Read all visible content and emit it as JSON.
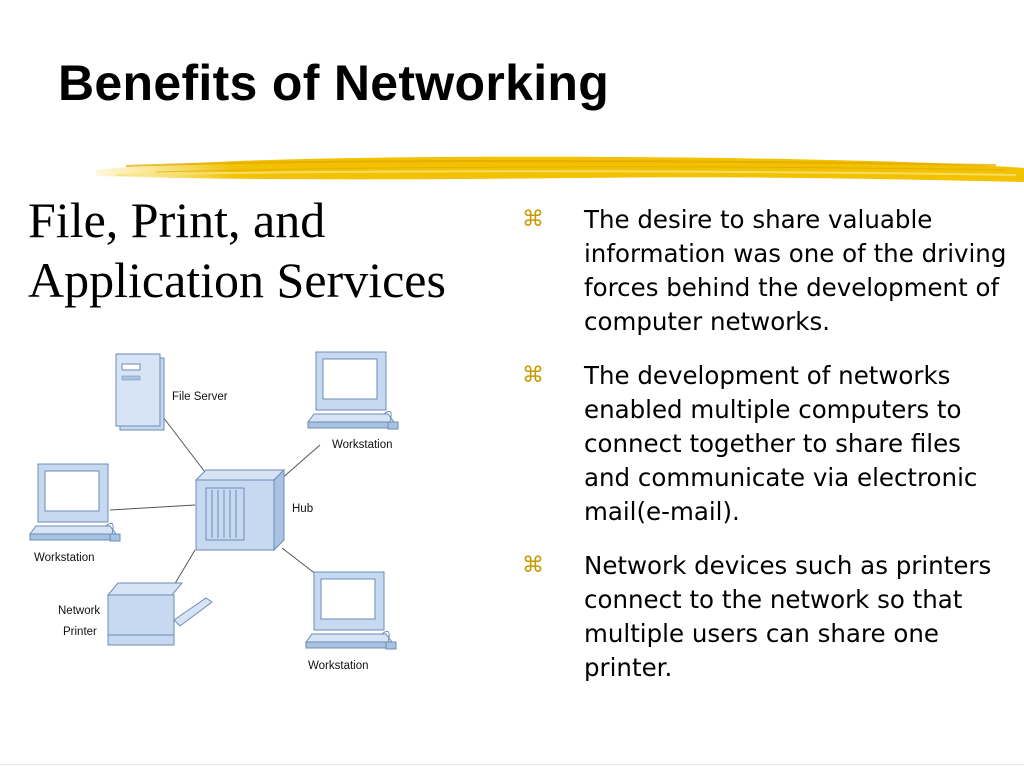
{
  "slide": {
    "title": "Benefits of Networking",
    "subtitle_line1": "File, Print, and",
    "subtitle_line2": "Application Services",
    "bullet_icon": "command-key-icon",
    "bullets": [
      "The desire to share valuable information was one of the driving forces behind the development of computer networks.",
      "The development of networks enabled multiple computers to connect together to share files and communicate via electronic mail(e-mail).",
      "Network devices such as printers connect to the network so that multiple users can share one printer."
    ]
  },
  "diagram": {
    "labels": {
      "file_server": "File Server",
      "workstation_top": "Workstation",
      "workstation_left": "Workstation",
      "hub": "Hub",
      "printer_line1": "Network",
      "printer_line2": "Printer",
      "workstation_bottom": "Workstation"
    }
  },
  "colors": {
    "accent_brush": "#f2c200",
    "device_fill": "#c6d9f1",
    "device_stroke": "#6b8db5"
  }
}
